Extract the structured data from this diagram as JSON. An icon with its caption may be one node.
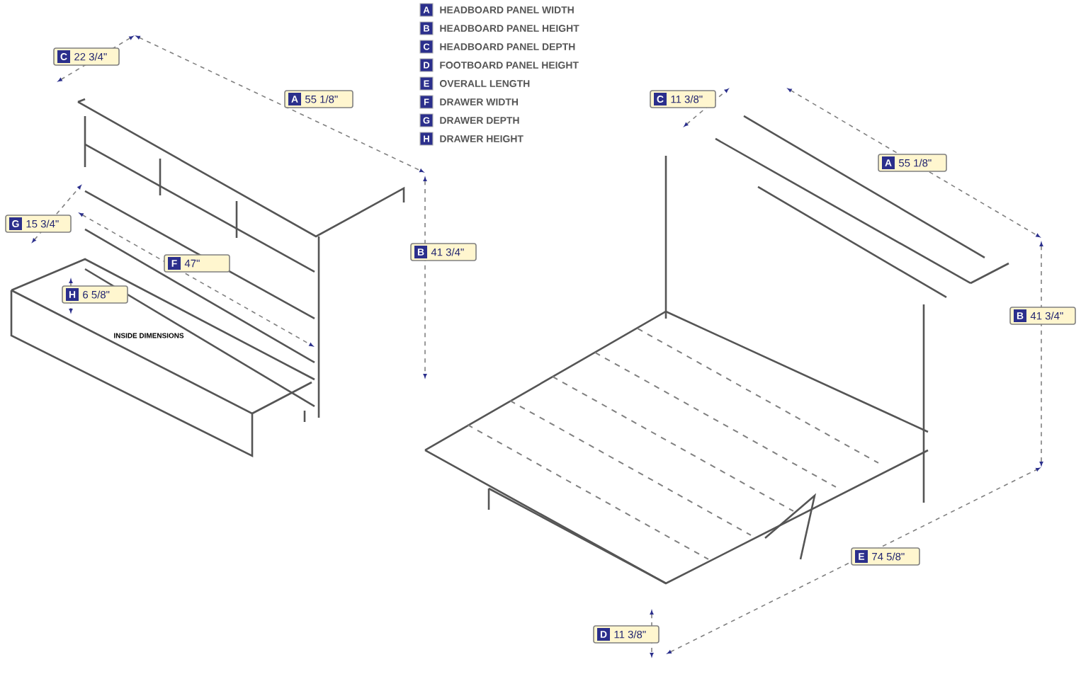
{
  "diagram": {
    "labels": [
      "A",
      "HEADBOARD PANEL WIDTH",
      "B",
      "HEADBOARD PANEL HEIGHT",
      "C",
      "HEADBOARD PANEL DEPTH",
      "D",
      "FOOTBOARD PANEL HEIGHT",
      "E",
      "OVERALL LENGTH",
      "F",
      "DRAWER WIDTH",
      "G",
      "DRAWER DEPTH",
      "H",
      "DRAWER HEIGHT",
      "C",
      "22 3/4\"",
      "A",
      "55 1/8\"",
      "G",
      "15 3/4\"",
      "F",
      "47\"",
      "H",
      "6 5/8\"",
      "INSIDE DIMENSIONS",
      "B",
      "41 3/4\"",
      "C",
      "11 3/8\"",
      "A",
      "55 1/8\"",
      "B",
      "41 3/4\"",
      "E",
      "74 5/8\"",
      "D",
      "11 3/8\""
    ]
  }
}
